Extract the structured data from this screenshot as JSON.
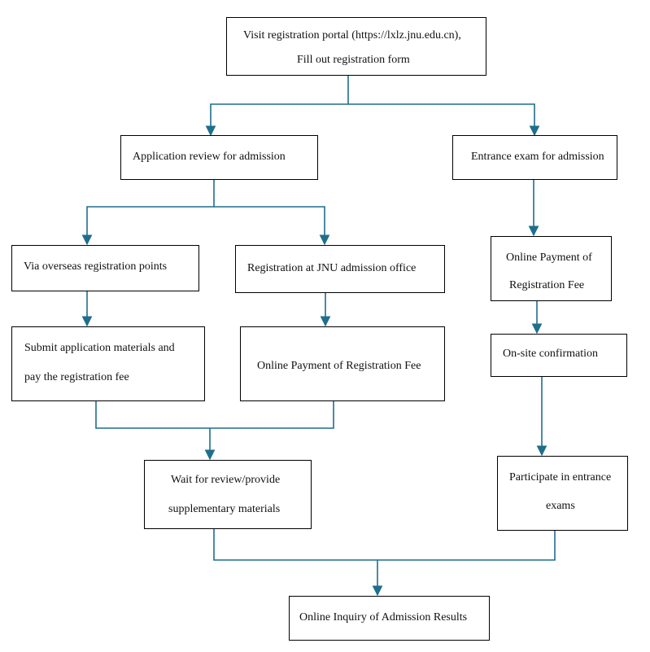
{
  "colors": {
    "connector": "#1F6E8C",
    "box_border": "#000000",
    "text": "#111111",
    "background": "#ffffff"
  },
  "nodes": {
    "portal": {
      "line1": "Visit registration portal (https://lxlz.jnu.edu.cn),",
      "line2": "Fill out registration form"
    },
    "app_review": {
      "line1": "Application review for admission"
    },
    "entrance_exam": {
      "line1": "Entrance exam for admission"
    },
    "overseas_points": {
      "line1": "Via overseas registration points"
    },
    "jnu_office": {
      "line1": "Registration at JNU admission office"
    },
    "exam_online_payment": {
      "line1": "Online Payment of",
      "line2": "Registration Fee"
    },
    "submit_materials": {
      "line1": "Submit application materials and",
      "line2": "pay the registration fee"
    },
    "jnu_online_payment": {
      "line1": "Online Payment of Registration Fee"
    },
    "onsite_confirmation": {
      "line1": "On-site confirmation"
    },
    "wait_review": {
      "line1": "Wait for review/provide",
      "line2": "supplementary materials"
    },
    "participate_exams": {
      "line1": "Participate in entrance",
      "line2": "exams"
    },
    "inquiry_results": {
      "line1": "Online Inquiry of Admission Results"
    }
  }
}
